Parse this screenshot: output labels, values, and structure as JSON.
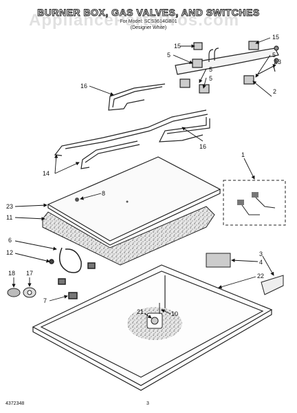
{
  "header": {
    "title": "BURNER BOX, GAS VALVES, AND SWITCHES",
    "model_line": "For Model: SCS3614GB01",
    "variant": "(Designer White)"
  },
  "watermark": "AppliancePartsPros.com",
  "footer": {
    "doc_number": "4372348",
    "page_number": "3"
  },
  "callouts": {
    "c15a": "15",
    "c15b": "15",
    "c5a": "5",
    "c5b": "5",
    "c5c": "5",
    "c5d": "5",
    "c13": "13",
    "c2": "2",
    "c16a": "16",
    "c16b": "16",
    "c14": "14",
    "c1": "1",
    "c8": "8",
    "c23": "23",
    "c11": "11",
    "c6": "6",
    "c12": "12",
    "c18": "18",
    "c17": "17",
    "c7": "7",
    "c3": "3",
    "c4": "4",
    "c22": "22",
    "c21": "21",
    "c10": "10"
  }
}
